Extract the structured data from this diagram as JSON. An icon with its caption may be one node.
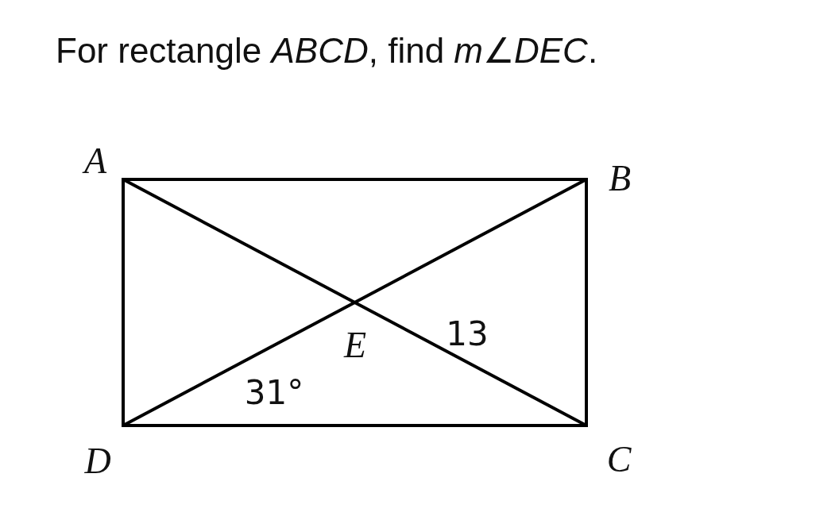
{
  "diagram": {
    "title": "For rectangle *ABCD*, find *m*∠*DEC*.",
    "labels": [
      "A",
      "B",
      "E",
      "13",
      "31°",
      "D",
      "C"
    ]
  }
}
